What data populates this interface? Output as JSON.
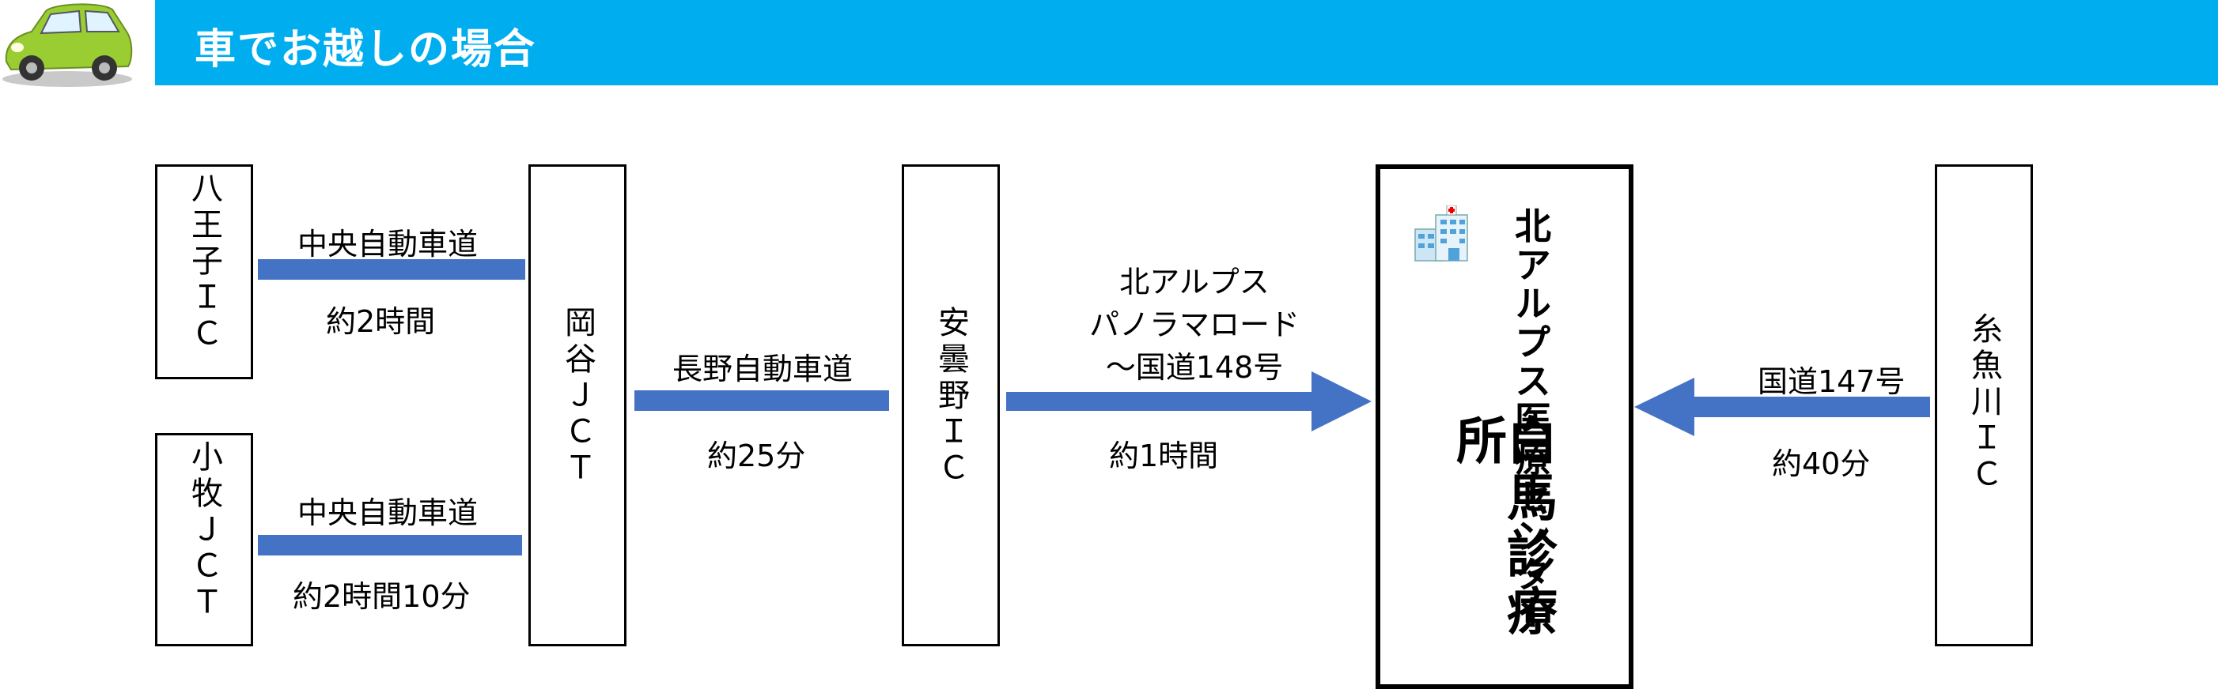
{
  "header": {
    "title": "車でお越しの場合",
    "bar_color": "#00aeef",
    "icon": "car-icon"
  },
  "nodes": {
    "hachioji": "八王子ＩＣ",
    "komaki": "小牧ＪＣＴ",
    "okaya": "岡谷ＪＣＴ",
    "azumino": "安曇野ＩＣ",
    "itoigawa": "糸魚川ＩＣ"
  },
  "destination": {
    "name1": "北アルプス医療センター",
    "name2": "白馬診療所",
    "icon": "hospital-icon"
  },
  "routes": {
    "hachioji_road": "中央自動車道",
    "hachioji_time": "約2時間",
    "komaki_road": "中央自動車道",
    "komaki_time": "約2時間10分",
    "nagano_road": "長野自動車道",
    "nagano_time": "約25分",
    "alps_road_line1": "北アルプス",
    "alps_road_line2": "パノラマロード",
    "alps_road_line3": "～国道148号",
    "alps_time": "約1時間",
    "route147_road": "国道147号",
    "route147_time": "約40分"
  },
  "colors": {
    "route": "#4472c4",
    "header": "#00aeef"
  }
}
